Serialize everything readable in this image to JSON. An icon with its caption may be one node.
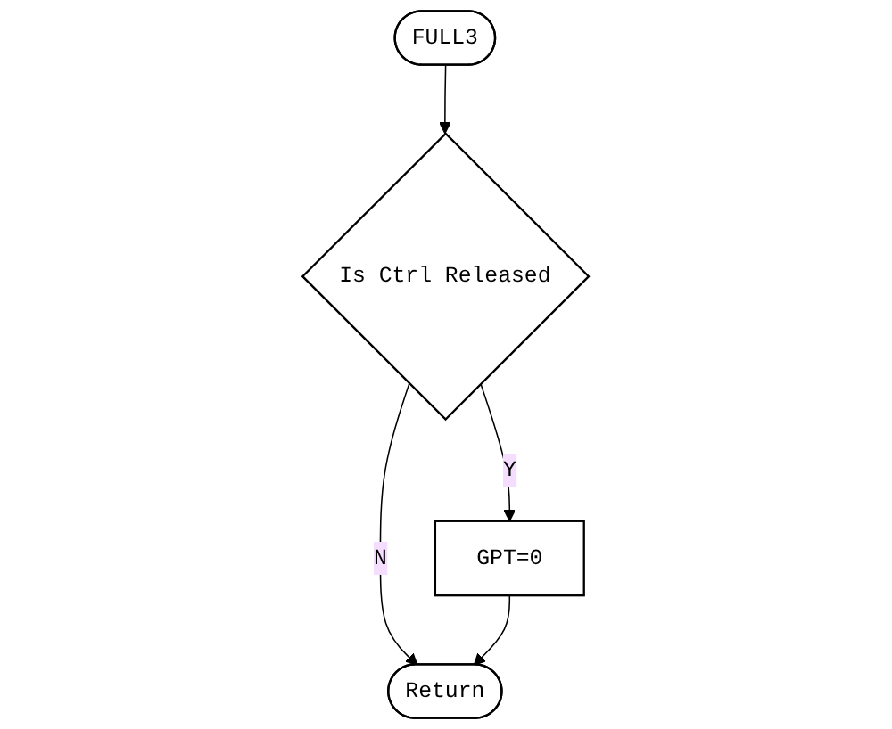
{
  "diagram": {
    "nodes": [
      {
        "text": [
          "FULL3"
        ]
      },
      {
        "text": [
          "Is Ctrl Released"
        ]
      },
      {
        "text": [
          "GPT=0"
        ]
      },
      {
        "text": [
          "Return"
        ]
      }
    ],
    "edges": [
      {
        "from": 0,
        "to": 1,
        "arrow": "to"
      },
      {
        "from": 1,
        "to": 2,
        "label": "Y",
        "arrow": "to"
      },
      {
        "from": 1,
        "to": 3,
        "label": "N",
        "arrow": "to"
      },
      {
        "from": 2,
        "to": 3,
        "arrow": "to"
      }
    ]
  }
}
